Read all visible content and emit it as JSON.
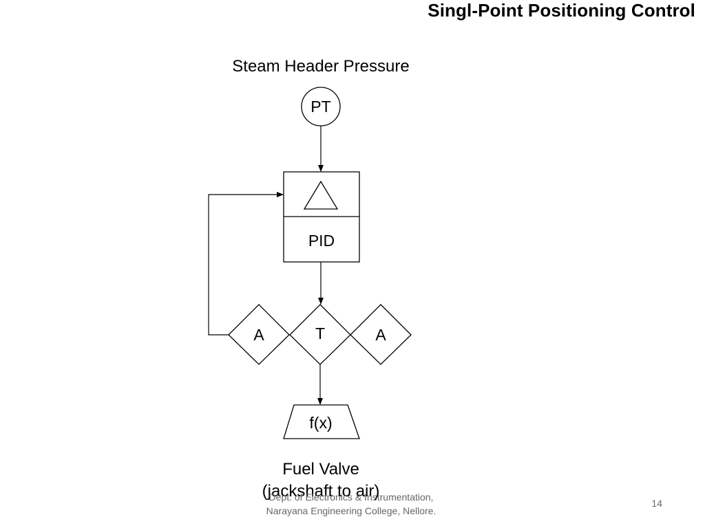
{
  "slide": {
    "title": "Singl-Point Positioning Control"
  },
  "diagram": {
    "top_label": "Steam Header Pressure",
    "transmitter": "PT",
    "controller": {
      "function_symbol": "triangle-icon",
      "mode": "PID"
    },
    "diamonds": {
      "left": "A",
      "center": "T",
      "right": "A"
    },
    "function_block": "f(x)",
    "output_label_line1": "Fuel Valve",
    "output_label_line2": "(jackshaft to air)"
  },
  "footer": {
    "line1": "Dept. of Electronics & Instrumentation,",
    "line2": "Narayana Engineering College, Nellore.",
    "page_number": "14"
  }
}
